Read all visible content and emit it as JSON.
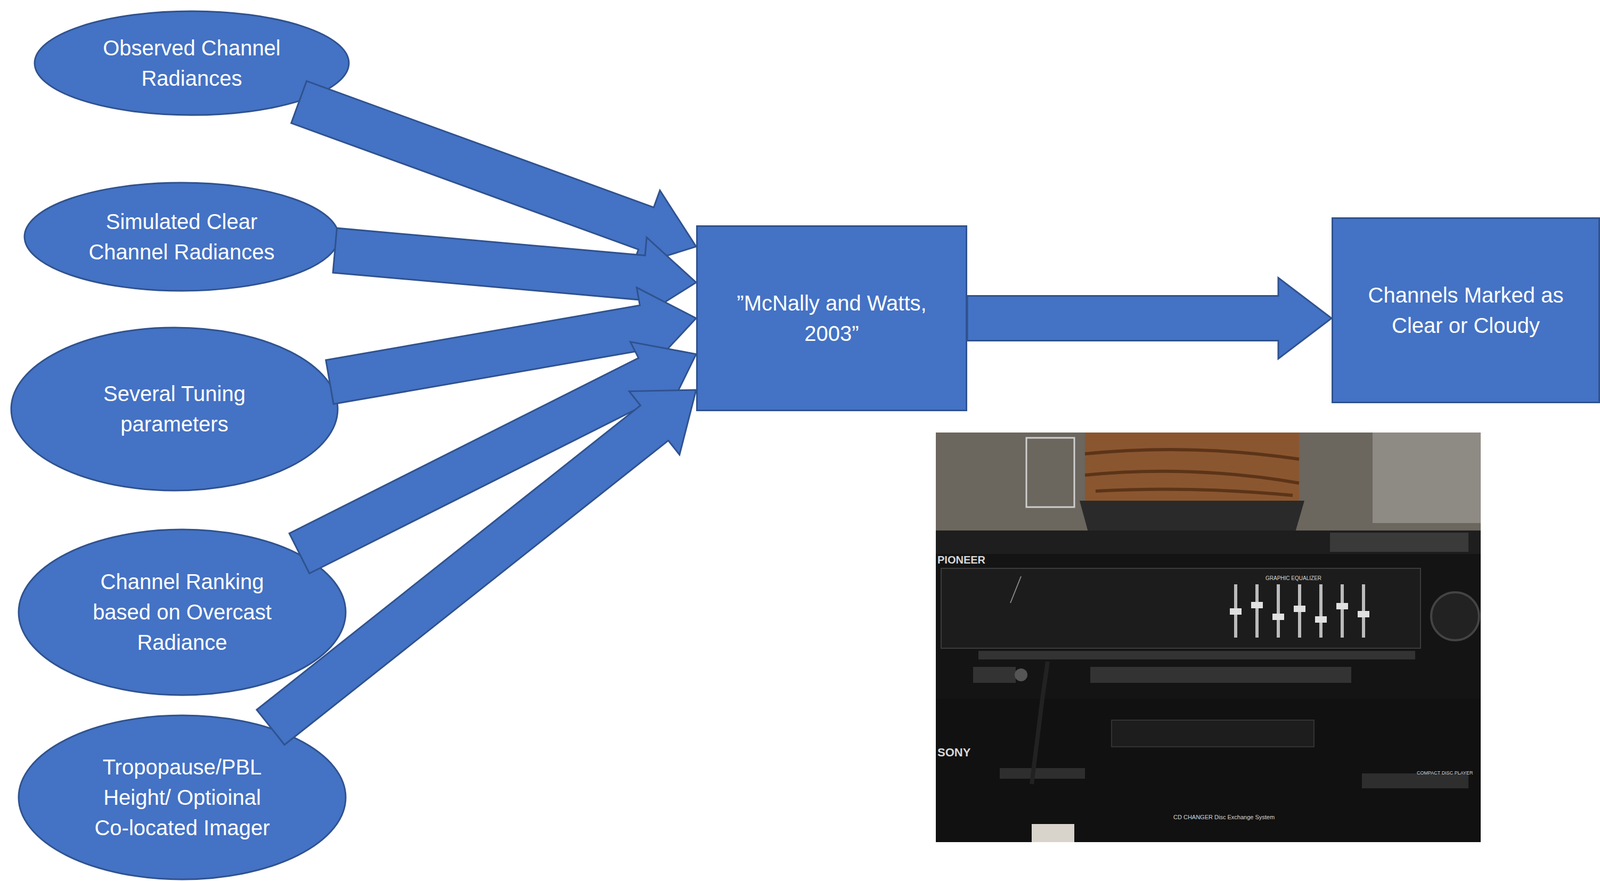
{
  "diagram": {
    "nodes": [
      {
        "text": [
          "Observed Channel Radiances"
        ]
      },
      {
        "text": [
          "Simulated Clear Channel Radiances"
        ]
      },
      {
        "text": [
          "Several Tuning parameters"
        ]
      },
      {
        "text": [
          "Channel Ranking based on Overcast Radiance"
        ]
      },
      {
        "text": [
          "Tropopause/PBL Height/ Optioinal Co-located Imager"
        ]
      },
      {
        "text": [
          "”McNally and Watts, 2003”"
        ]
      },
      {
        "text": [
          "Channels Marked as Clear or Cloudy"
        ]
      }
    ],
    "edges": [
      {
        "from": 0,
        "to": 5,
        "arrow": "to"
      },
      {
        "from": 1,
        "to": 5,
        "arrow": "to"
      },
      {
        "from": 2,
        "to": 5,
        "arrow": "to"
      },
      {
        "from": 3,
        "to": 5,
        "arrow": "to"
      },
      {
        "from": 4,
        "to": 5,
        "arrow": "to"
      },
      {
        "from": 5,
        "to": 6,
        "arrow": "to"
      }
    ],
    "labels": [
      "PIONEER",
      "GRAPHIC EQUALIZER",
      "SONY",
      "COMPACT DISC PLAYER",
      "CD CHANGER Disc Exchange System"
    ]
  }
}
